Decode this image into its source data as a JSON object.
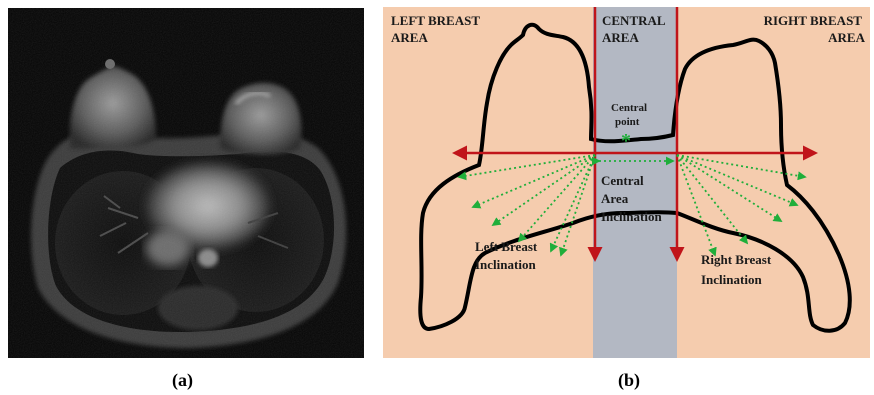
{
  "panel_a": {
    "caption": "(a)"
  },
  "panel_b": {
    "caption": "(b)",
    "left_area_label": [
      "LEFT BREAST",
      "AREA"
    ],
    "central_area_label": [
      "CENTRAL",
      "AREA"
    ],
    "right_area_label": [
      "RIGHT BREAST",
      "AREA"
    ],
    "central_point_label": [
      "Central",
      "point"
    ],
    "central_inclination_label": [
      "Central",
      "Area",
      "Inclination"
    ],
    "left_inclination_label": [
      "Left Breast",
      "Inclination"
    ],
    "right_inclination_label": [
      "Right Breast",
      "Inclination"
    ],
    "colors": {
      "side_area": "#f5ccae",
      "central_area": "#b3b8c3",
      "outline": "#000000",
      "axis_arrow": "#c0141a",
      "inclination_arrow": "#1fae3a"
    }
  }
}
